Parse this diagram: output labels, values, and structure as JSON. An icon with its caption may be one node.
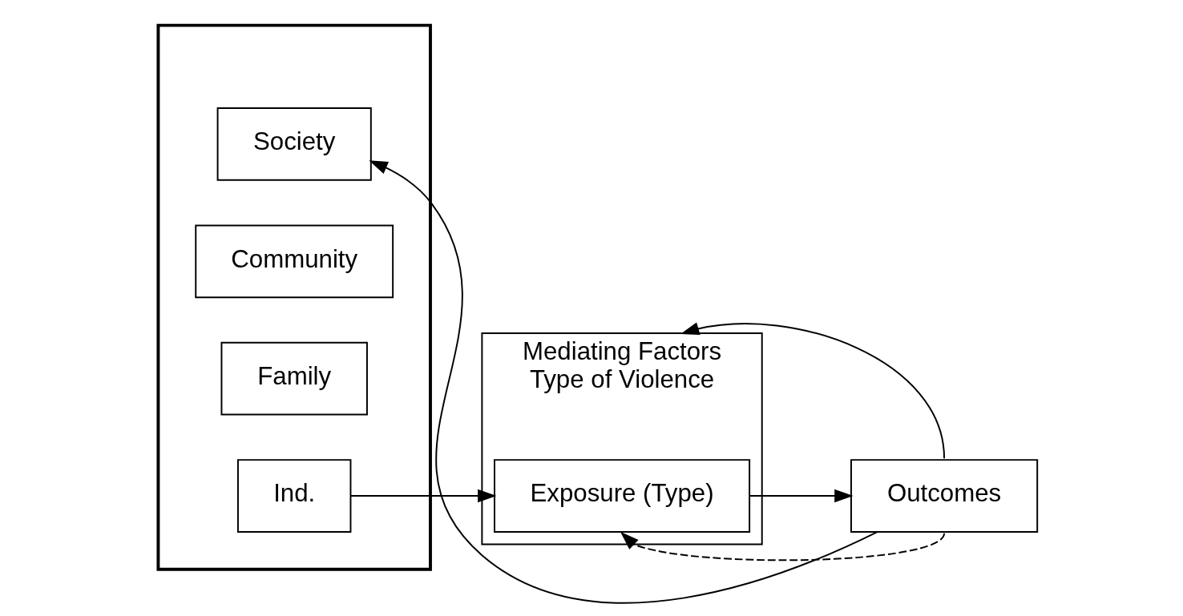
{
  "diagram": {
    "nodes": [
      {
        "text": [],
        "shape": "triangle"
      },
      {
        "text": [
          "Society"
        ],
        "in": 0
      },
      {
        "text": [
          "Community"
        ],
        "in": 0
      },
      {
        "text": [
          "Family"
        ],
        "in": 0
      },
      {
        "text": [
          "Ind."
        ],
        "in": 0
      },
      {
        "text": [
          "Mediating Factors",
          "Type of Violence"
        ]
      },
      {
        "text": [
          "Exposure (Type)"
        ],
        "in": 5
      },
      {
        "text": [
          "Outcomes"
        ]
      }
    ],
    "edges": [
      {
        "from": 7,
        "to": 5,
        "arrow": "to"
      },
      {
        "from": 7,
        "to": 1,
        "arrow": "to"
      },
      {
        "from": 4,
        "to": 6,
        "arrow": "to"
      },
      {
        "from": 6,
        "to": 7,
        "arrow": "to"
      },
      {
        "from": 7,
        "to": 6,
        "arrow": "to",
        "style": "dashed"
      }
    ]
  }
}
